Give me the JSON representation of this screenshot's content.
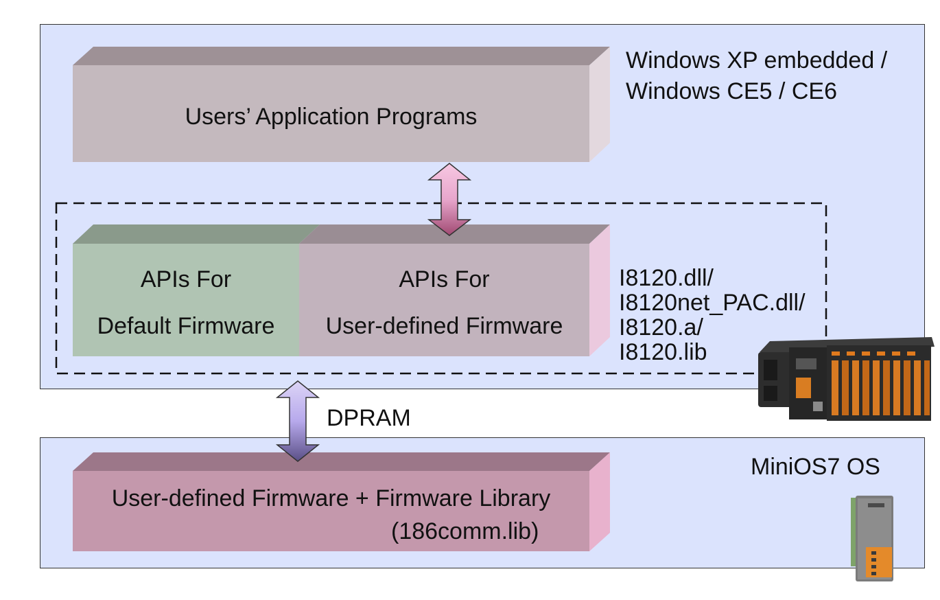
{
  "os_top": {
    "line1": "Windows XP embedded /",
    "line2": "Windows CE5 / CE6"
  },
  "os_bottom": "MiniOS7 OS",
  "app_box": "Users’ Application Programs",
  "api_default": {
    "line1": "APIs For",
    "line2": "Default Firmware"
  },
  "api_user": {
    "line1": "APIs For",
    "line2": "User-defined Firmware"
  },
  "libraries": [
    "I8120.dll/",
    "I8120net_PAC.dll/",
    "I8120.a/",
    "I8120.lib"
  ],
  "dpram": "DPRAM",
  "firmware_box": {
    "line1": "User-defined Firmware + Firmware Library",
    "line2": "(186comm.lib)"
  },
  "colors": {
    "panel": "#dbe3fd",
    "app_front": "#c4b9be",
    "default_front": "#b0c4b3",
    "user_front": "#c2b3bd",
    "firmware_front": "#c498ac"
  }
}
